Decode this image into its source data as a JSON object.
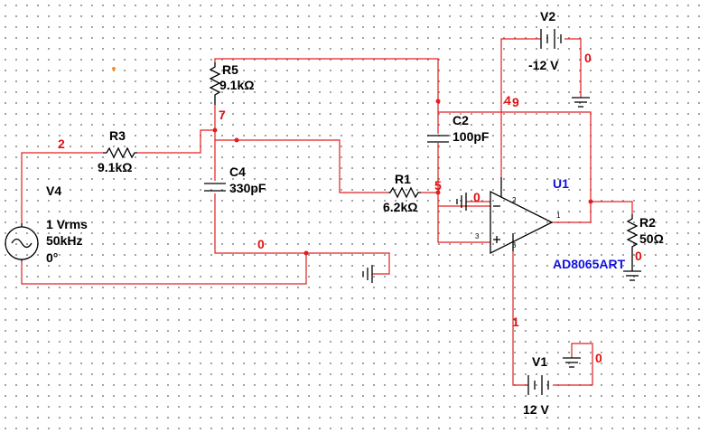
{
  "colors": {
    "wire": "#e02020",
    "component": "#000000",
    "net_label": "#e01010",
    "part_label": "#1010e0",
    "grid_dot": "#8a8a8a"
  },
  "components": {
    "v4": {
      "ref": "V4",
      "amplitude": "1 Vrms",
      "frequency": "50kHz",
      "phase": "0°"
    },
    "r3": {
      "ref": "R3",
      "value": "9.1kΩ"
    },
    "r5": {
      "ref": "R5",
      "value": "9.1kΩ"
    },
    "c4": {
      "ref": "C4",
      "value": "330pF"
    },
    "r1": {
      "ref": "R1",
      "value": "6.2kΩ"
    },
    "c2": {
      "ref": "C2",
      "value": "100pF"
    },
    "u1": {
      "ref": "U1",
      "part": "AD8065ART",
      "pins": {
        "p2": "2",
        "p3": "3",
        "p1": "1",
        "p4": "4",
        "p5": "5"
      }
    },
    "r2": {
      "ref": "R2",
      "value": "50Ω"
    },
    "v2": {
      "ref": "V2",
      "value": "-12 V"
    },
    "v1": {
      "ref": "V1",
      "value": "12 V"
    }
  },
  "nets": {
    "n2": "2",
    "n7": "7",
    "n5": "5",
    "n0_gnd": "0",
    "n0_inp": "0",
    "n4": "4",
    "n9": "9",
    "n0_v2": "0",
    "n0_r2": "0",
    "n1": "1",
    "n0_v1": "0"
  }
}
